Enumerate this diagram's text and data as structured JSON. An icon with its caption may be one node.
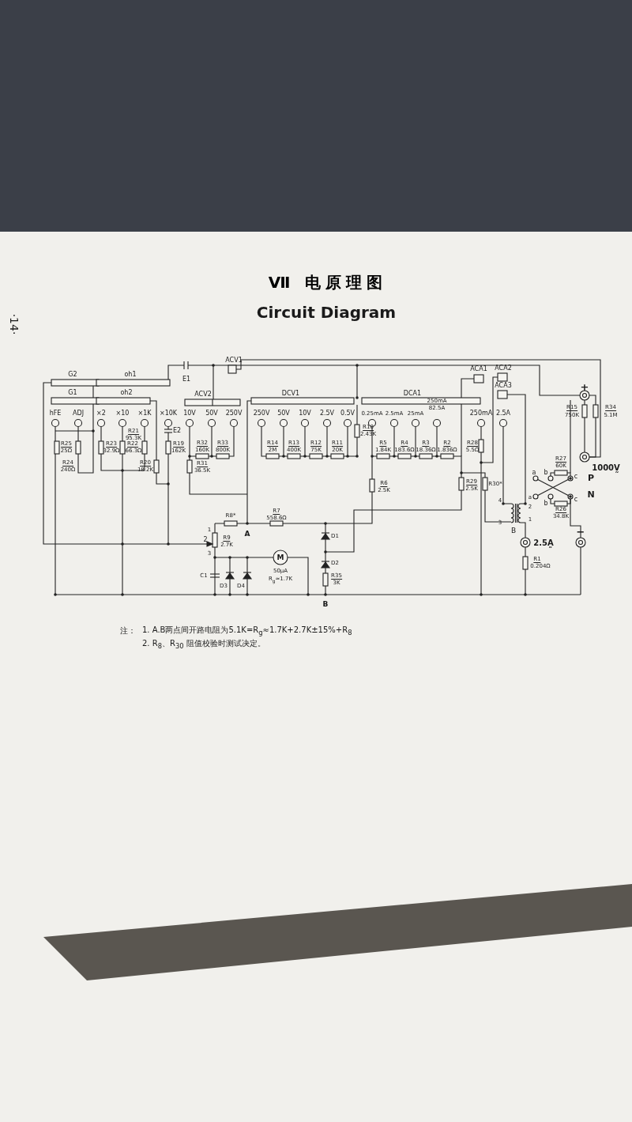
{
  "diagram": {
    "title": "Ⅶ 电原理图",
    "labels": [
      "Circuit Diagram",
      "·14·",
      "G2",
      "G1",
      "oh1",
      "oh2",
      "E1",
      "ACV1",
      "ACV2",
      "DCV1",
      "DCA1",
      "ACA1",
      "ACA2",
      "ACA3",
      "+",
      "hFE",
      "ADJ",
      "×2",
      "×10",
      "×1K",
      "×10K",
      "10V",
      "50V",
      "250V",
      "250V",
      "50V",
      "10V",
      "2.5V",
      "0.5V",
      "0.25mA",
      "2.5mA",
      "25mA",
      "250mA",
      "82.5A",
      "250mA",
      "2.5A",
      "R21",
      "95.3K",
      "E2",
      "R25",
      "25Ω",
      "R23",
      "32.9Ω",
      "R22",
      "66.3Ω",
      "R19",
      "162K",
      "R32",
      "160K",
      "R33",
      "800K",
      "R14",
      "2M",
      "R13",
      "400K",
      "R12",
      "75K",
      "R11",
      "20K",
      "R10",
      "2.43K",
      "R5",
      "1.84K",
      "R4",
      "183.6Ω",
      "R3",
      "18.36Ω",
      "R2",
      "1.836Ω",
      "R28",
      "5.5Ω",
      "R6",
      "2.5K",
      "R29",
      "2.5K",
      "R30*",
      "R27",
      "60K",
      "a",
      "b",
      "c",
      "P",
      "b",
      "c",
      "N",
      "R26",
      "34.8K",
      "4",
      "a",
      "2",
      "3",
      "1",
      "B",
      "1000V̰",
      "−",
      "2.5A̰",
      "R1",
      "0.204Ω",
      "R8*",
      "R7",
      "558.6Ω",
      "A",
      "1",
      "2",
      "R9",
      "2.7K",
      "3",
      "C1",
      "D3",
      "D4",
      "M",
      "50μA",
      "R$_{g}$≈1.7K",
      "D1",
      "D2",
      "R35",
      "3K",
      "B",
      "R24",
      "240Ω",
      "R20",
      "18.2K",
      "R31",
      "36.5K",
      "R15",
      "750K",
      "R34",
      "5.1M",
      "注：",
      "1. A.B两点间开路电阻为5.1K=R$_{g}$≈1.7K+2.7K±15%+R$_{8}$",
      "2. R$_{8}$、R$_{30}$ 阻值校验时测试决定。"
    ]
  }
}
